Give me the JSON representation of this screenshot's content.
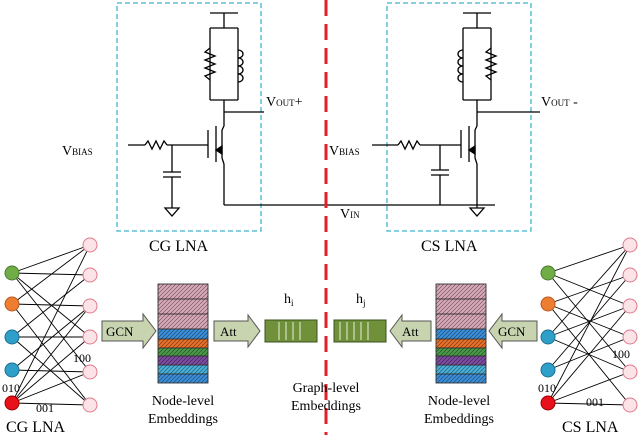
{
  "circuit": {
    "vbias_left": {
      "main": "V",
      "sub": "BIAS"
    },
    "vbias_right": {
      "main": "V",
      "sub": "BIAS"
    },
    "vout_plus": {
      "main": "V",
      "sub": "OUT",
      "suffix": "+"
    },
    "vout_minus": {
      "main": "V",
      "sub": "OUT",
      "suffix": " -"
    },
    "vin": {
      "main": "V",
      "sub": "IN"
    },
    "cg_box_label": "CG LNA",
    "cs_box_label": "CS LNA"
  },
  "graph_left": {
    "label": "CG LNA",
    "code_010": "010",
    "code_001": "001",
    "code_100": "100"
  },
  "graph_right": {
    "label": "CS LNA",
    "code_010": "010",
    "code_001": "001",
    "code_100": "100"
  },
  "pipeline": {
    "gcn_left": "GCN",
    "gcn_right": "GCN",
    "att_left": "Att",
    "att_right": "Att",
    "h_i": {
      "main": "h",
      "sub": "i"
    },
    "h_j": {
      "main": "h",
      "sub": "j"
    },
    "node_level_left": [
      "Node-level",
      "Embeddings"
    ],
    "node_level_right": [
      "Node-level",
      "Embeddings"
    ],
    "graph_level": [
      "Graph-level",
      "Embeddings"
    ]
  },
  "colors": {
    "dash_box": "#3fb5d0",
    "divider": "#e0202a",
    "node_pink_fill": "#fbe3e8",
    "node_pink_stroke": "#e07a8a",
    "node_green": "#70ad47",
    "node_orange": "#ed7d31",
    "node_blue": "#2e9fc9",
    "node_red": "#e8101a",
    "embed_green": "#70913a",
    "arrow_fill": "#c8d4b0",
    "stack_pink": "#d8a8b8",
    "stack_blue": "#3a8fd8",
    "stack_orange": "#e8702a",
    "stack_green": "#4a9a4a",
    "stack_purple": "#7e4aa0",
    "stack_cyan": "#4ab0d8"
  }
}
